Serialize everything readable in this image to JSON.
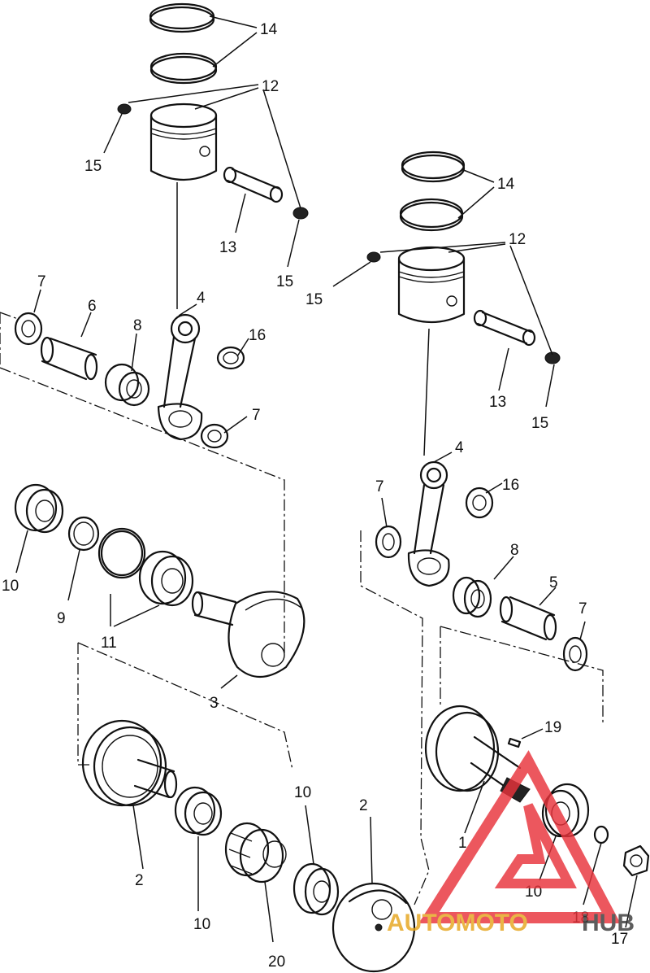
{
  "labels": {
    "l1": "1",
    "l2a": "2",
    "l2b": "2",
    "l3": "3",
    "l4a": "4",
    "l4b": "4",
    "l5": "5",
    "l6": "6",
    "l7a": "7",
    "l7b": "7",
    "l7c": "7",
    "l7d": "7",
    "l8a": "8",
    "l8b": "8",
    "l9": "9",
    "l10a": "10",
    "l10b": "10",
    "l10c": "10",
    "l10d": "10",
    "l11": "11",
    "l12a": "12",
    "l12b": "12",
    "l13a": "13",
    "l13b": "13",
    "l14a": "14",
    "l14b": "14",
    "l15a": "15",
    "l15b": "15",
    "l15c": "15",
    "l15d": "15",
    "l16a": "16",
    "l16b": "16",
    "l17": "17",
    "l18": "18",
    "l19": "19",
    "l20": "20"
  },
  "watermark": {
    "text_part1": "AUTOMOTO",
    "text_part2": "HUB",
    "color_primary": "#e8333b",
    "color_secondary": "#e6a61e",
    "color_dark": "#3a3a3a"
  }
}
